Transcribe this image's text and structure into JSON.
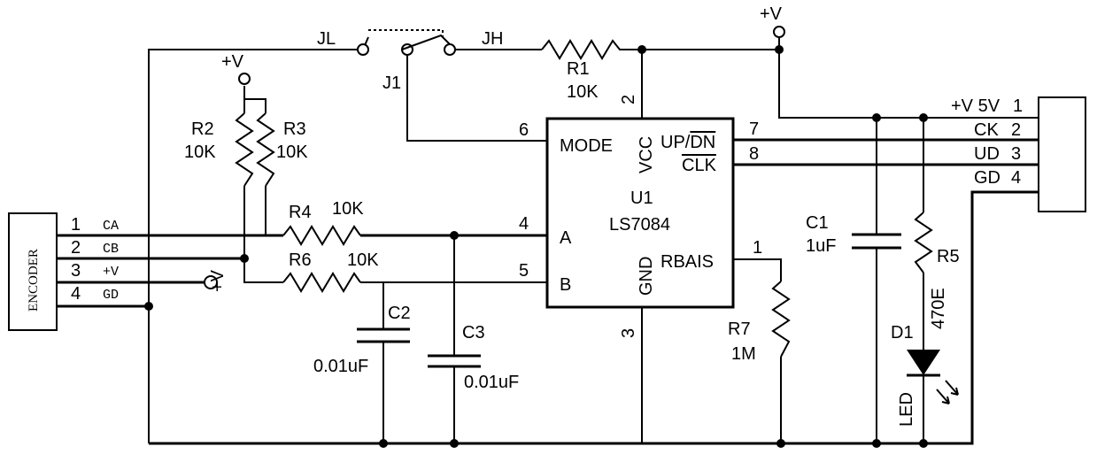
{
  "power": {
    "supply": "+V"
  },
  "jumper": {
    "ref": "J1",
    "low": "JL",
    "high": "JH"
  },
  "ic": {
    "ref": "U1",
    "part": "LS7084",
    "pins": {
      "mode": "MODE",
      "vcc": "VCC",
      "updn_up": "UP/",
      "updn_dn": "DN",
      "clk": "CLK",
      "a": "A",
      "b": "B",
      "gnd": "GND",
      "rbais": "RBAIS"
    },
    "pin_numbers": {
      "rbais": "1",
      "vcc": "2",
      "gnd": "3",
      "a": "4",
      "b": "5",
      "mode": "6",
      "updn": "7",
      "clk": "8"
    }
  },
  "resistors": [
    {
      "ref": "R1",
      "value": "10K"
    },
    {
      "ref": "R2",
      "value": "10K"
    },
    {
      "ref": "R3",
      "value": "10K"
    },
    {
      "ref": "R4",
      "value": "10K"
    },
    {
      "ref": "R5",
      "value": "470E"
    },
    {
      "ref": "R6",
      "value": "10K"
    },
    {
      "ref": "R7",
      "value": "1M"
    }
  ],
  "capacitors": [
    {
      "ref": "C1",
      "value": "1uF"
    },
    {
      "ref": "C2",
      "value": "0.01uF"
    },
    {
      "ref": "C3",
      "value": "0.01uF"
    }
  ],
  "led": {
    "ref": "D1",
    "label": "LED"
  },
  "encoder": {
    "label": "ENCODER",
    "pins": [
      {
        "num": "1",
        "name": "CA"
      },
      {
        "num": "2",
        "name": "CB"
      },
      {
        "num": "3",
        "name": "+V"
      },
      {
        "num": "4",
        "name": "GD"
      }
    ]
  },
  "output_connector": {
    "pins": [
      {
        "label": "+V 5V",
        "num": "1"
      },
      {
        "label": "CK",
        "num": "2"
      },
      {
        "label": "UD",
        "num": "3"
      },
      {
        "label": "GD",
        "num": "4"
      }
    ]
  }
}
